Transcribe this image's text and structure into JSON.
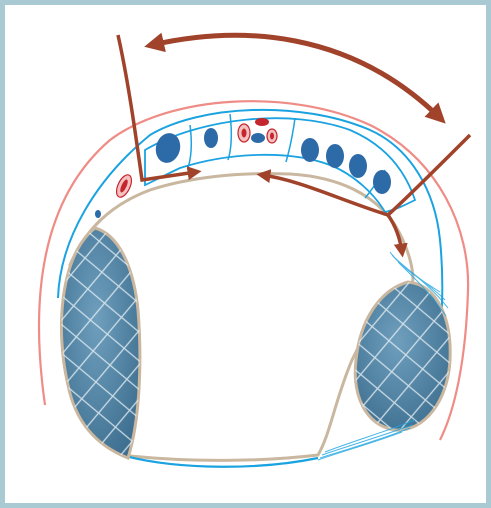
{
  "colors": {
    "frame": "#a9cad3",
    "arrow": "#a0432a",
    "outer_line": "#ef8c86",
    "membrane": "#1aa3e0",
    "capsule": "#c9b7a0",
    "bulb": "#4a7fa0",
    "cell": "#2d6aa8",
    "red": "#c4262e"
  },
  "icons": [
    "double-headed-arrow",
    "bent-arrow",
    "cell-nucleus",
    "red-blood-cell",
    "cartilage-mesh"
  ]
}
